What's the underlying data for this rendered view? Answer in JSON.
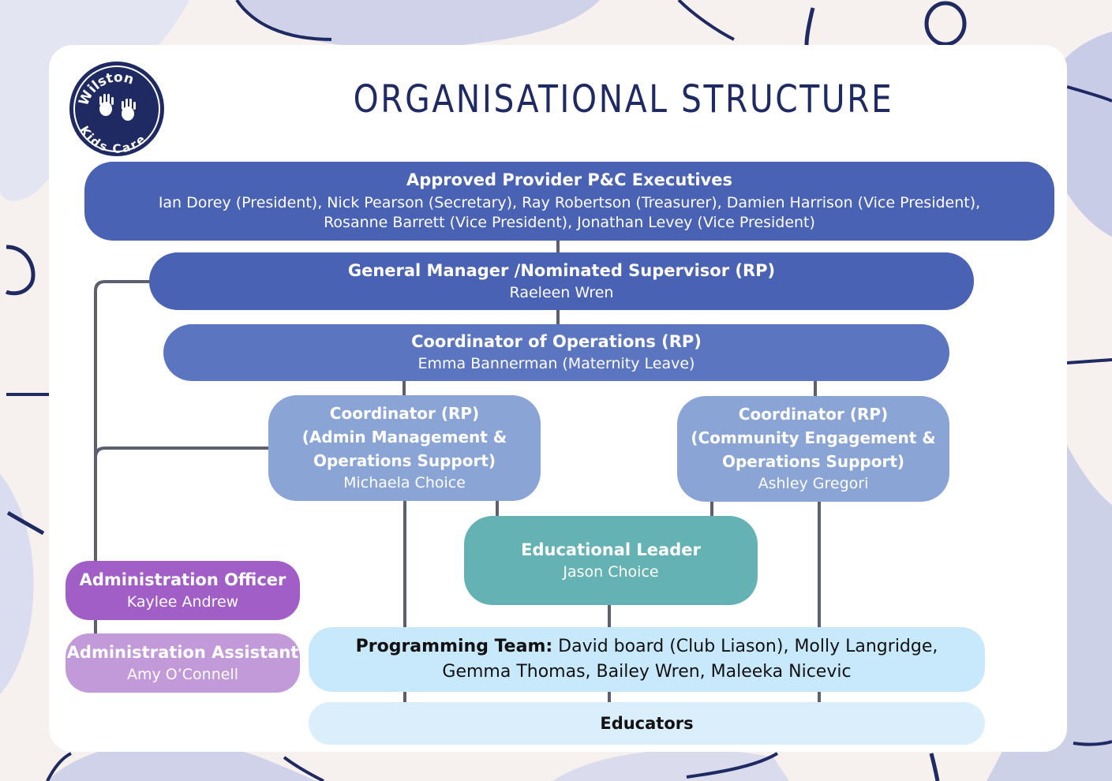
{
  "title": "ORGANISATIONAL STRUCTURE",
  "logo": {
    "line1": "Wilston",
    "line2": "Kids Care",
    "icon": "handprints-icon"
  },
  "nodes": {
    "exec": {
      "heading": "Approved Provider P&C Executives",
      "names_line1": "Ian Dorey (President), Nick Pearson (Secretary), Ray Robertson (Treasurer), Damien Harrison (Vice President),",
      "names_line2": "Rosanne Barrett (Vice President), Jonathan Levey (Vice President)"
    },
    "general_manager": {
      "heading": "General Manager /Nominated Supervisor (RP)",
      "name": "Raeleen Wren"
    },
    "coord_operations": {
      "heading": "Coordinator of Operations (RP)",
      "name": "Emma Bannerman (Maternity Leave)"
    },
    "coord_admin": {
      "line1": "Coordinator (RP)",
      "line2": "(Admin Management &",
      "line3": "Operations Support)",
      "name": "Michaela Choice"
    },
    "coord_community": {
      "line1": "Coordinator (RP)",
      "line2": "(Community Engagement &",
      "line3": "Operations Support)",
      "name": "Ashley Gregori"
    },
    "educational_leader": {
      "heading": "Educational Leader",
      "name": "Jason Choice"
    },
    "admin_officer": {
      "heading": "Administration Officer",
      "name": "Kaylee Andrew"
    },
    "admin_assistant": {
      "heading": "Administration Assistant",
      "name": "Amy O’Connell"
    },
    "programming_team": {
      "label": "Programming Team:",
      "members": "David board (Club Liason), Molly Langridge, Gemma Thomas, Bailey Wren, Maleeka Nicevic"
    },
    "educators": {
      "heading": "Educators"
    }
  },
  "colors": {
    "navy": "#1f2a63",
    "dark_blue": "#4a62b3",
    "mid_blue": "#5b75c0",
    "light_blue": "#8aa4d6",
    "teal": "#65b2b4",
    "purple": "#a15ec7",
    "lilac": "#c39ad9",
    "pale_blue": "#c7e9fb",
    "paler_blue": "#dbeefb",
    "connector": "#5b5f6e"
  }
}
